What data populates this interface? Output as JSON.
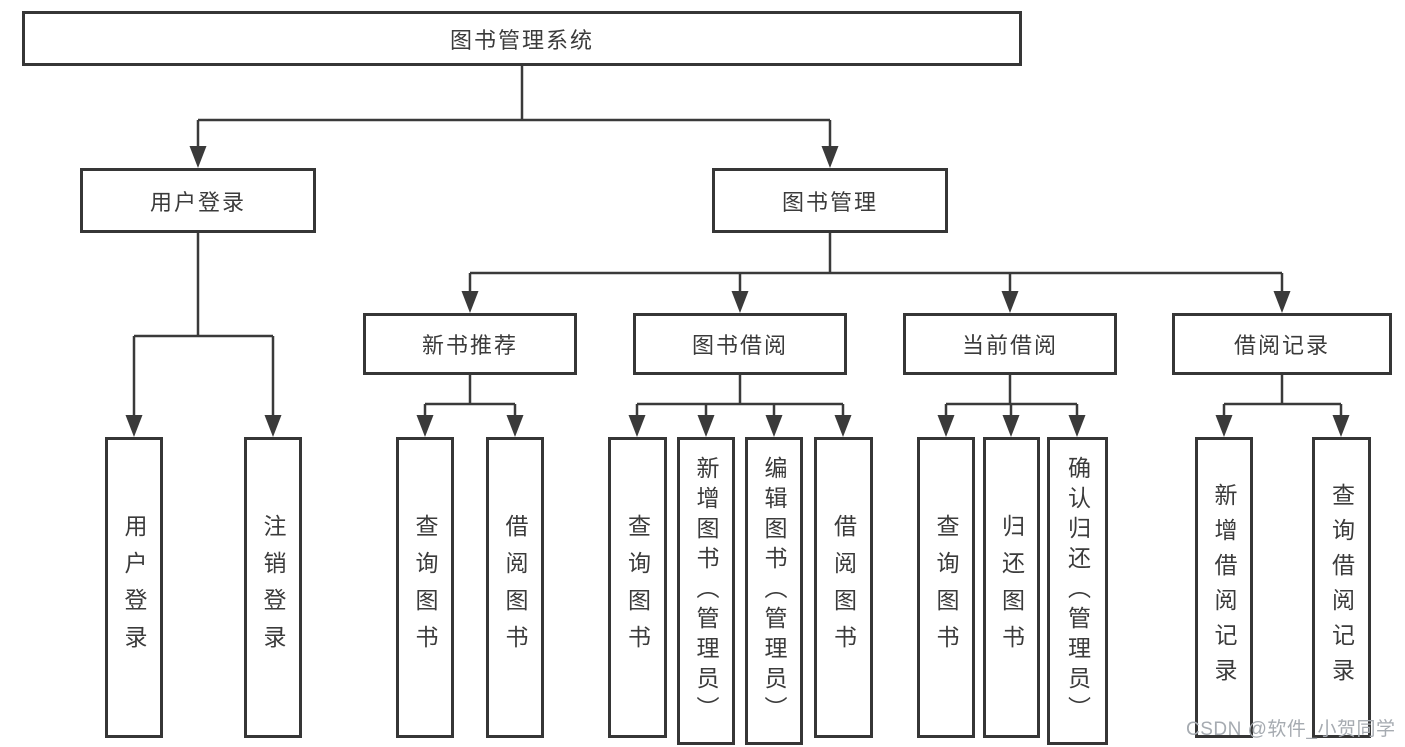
{
  "title": {
    "label": "图书管理系统"
  },
  "nodes": {
    "user_login": "用户登录",
    "book_management": "图书管理",
    "new_book_recommend": "新书推荐",
    "book_borrowing": "图书借阅",
    "current_borrowing": "当前借阅",
    "borrowing_records": "借阅记录",
    "leaf_user_login": "用户登录",
    "leaf_logout": "注销登录",
    "leaf_query_books_recommend": "查询图书",
    "leaf_borrow_books_recommend": "借阅图书",
    "leaf_query_books_borrowing": "查询图书",
    "leaf_add_books_admin": "新增图书（管理员）",
    "leaf_edit_books_admin": "编辑图书（管理员）",
    "leaf_borrow_books_borrowing": "借阅图书",
    "leaf_query_books_current": "查询图书",
    "leaf_return_books": "归还图书",
    "leaf_confirm_return_admin": "确认归还（管理员）",
    "leaf_add_borrow_record": "新增借阅记录",
    "leaf_query_borrow_record": "查询借阅记录"
  },
  "watermark": "CSDN @软件_小贺同学",
  "colors": {
    "line": "#3a3a3a",
    "box_border": "#363636",
    "text": "#3b3b3b",
    "watermark": "#a6abb1",
    "background": "#ffffff"
  }
}
